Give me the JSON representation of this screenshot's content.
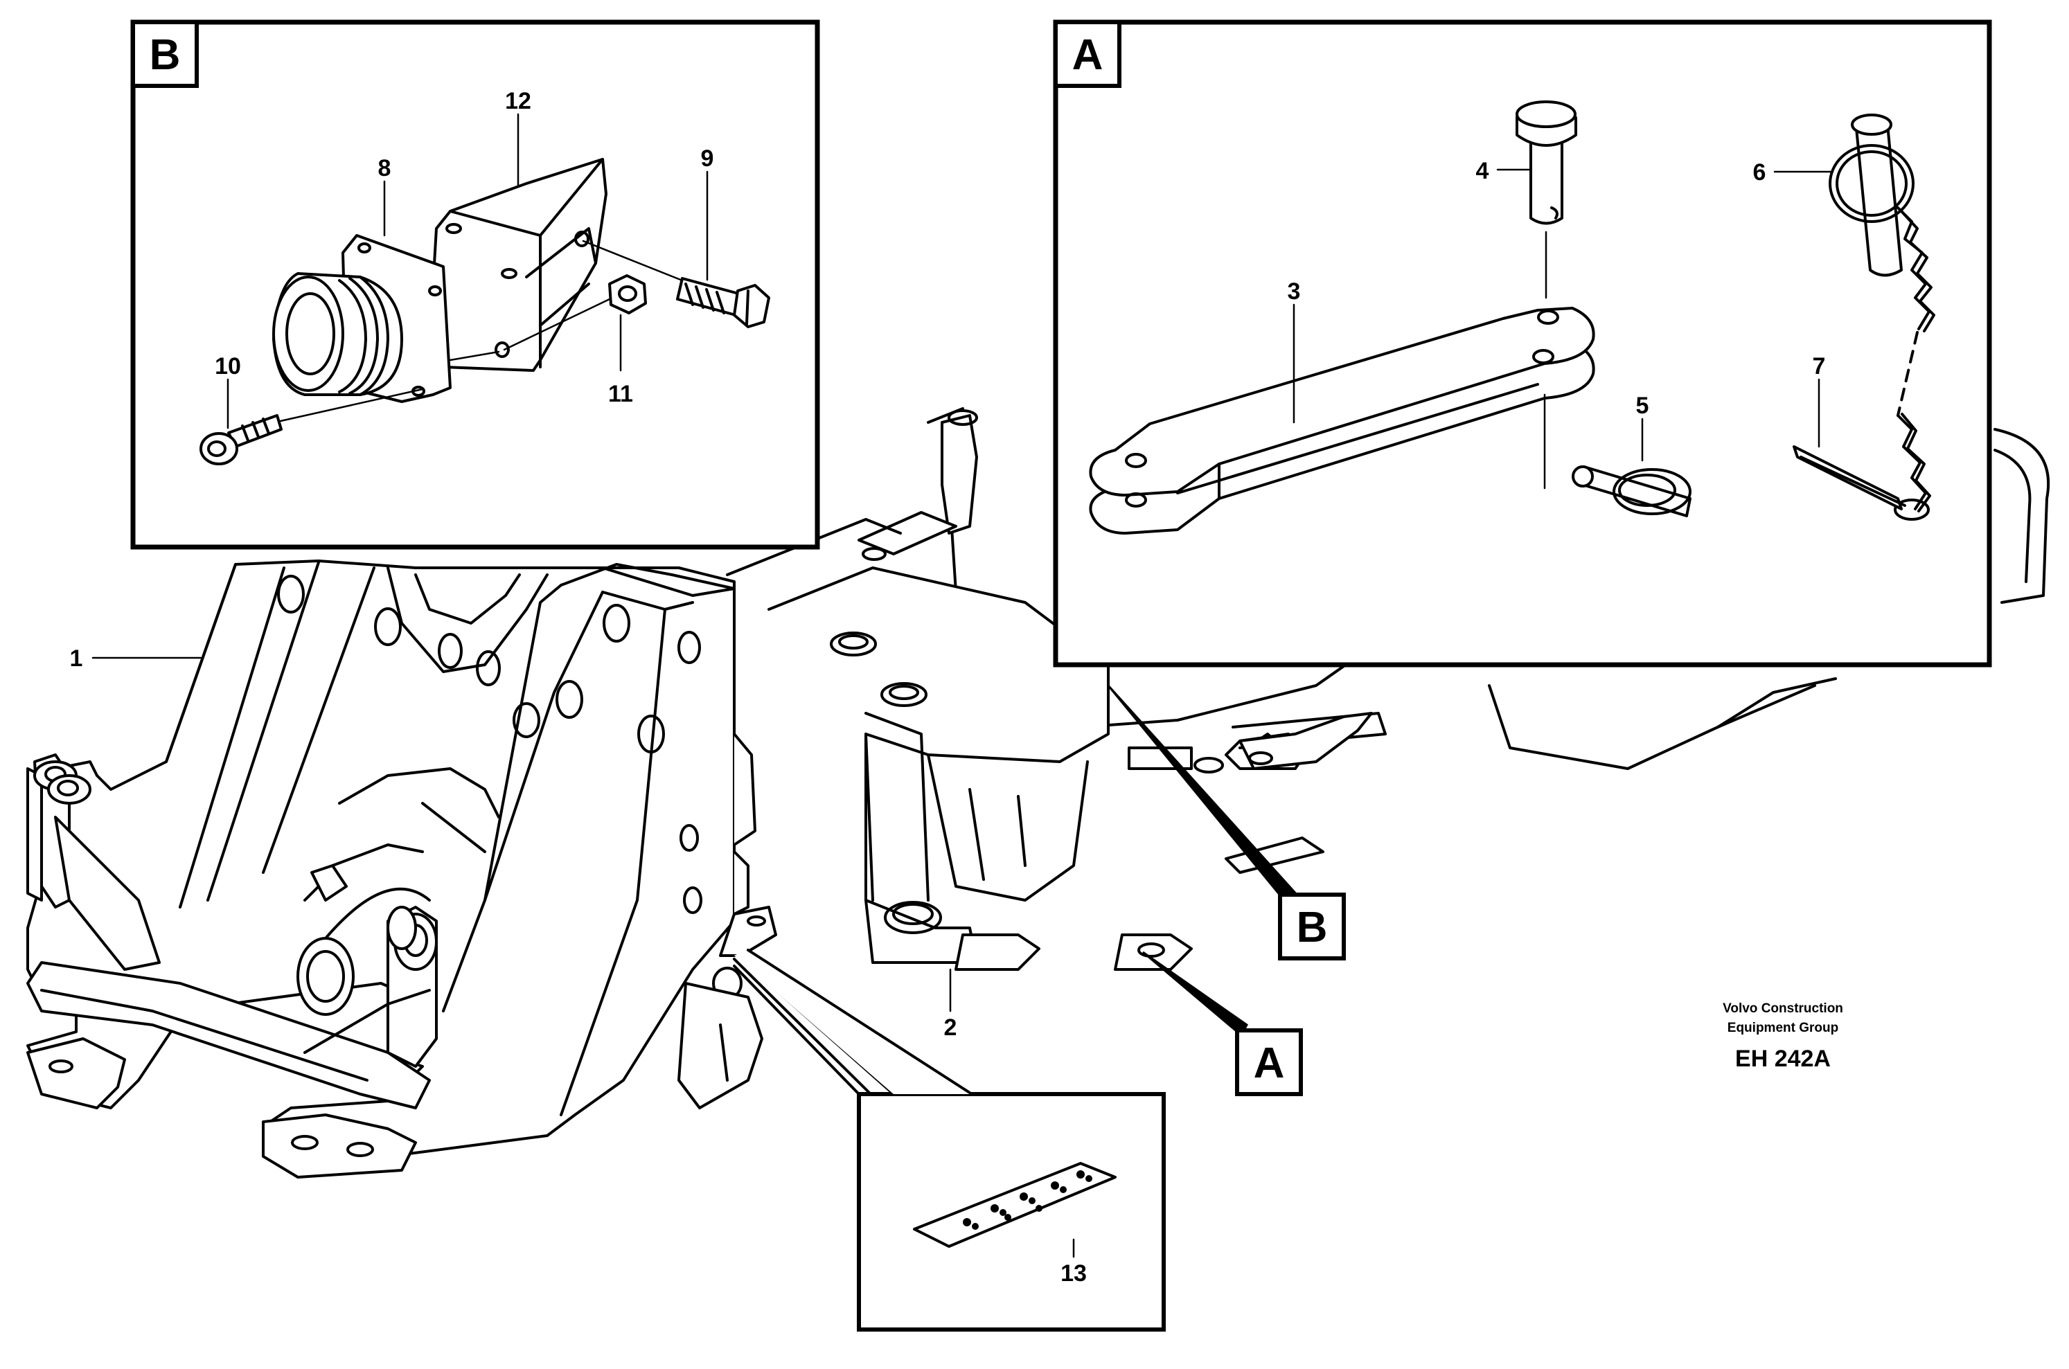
{
  "detail_boxes": {
    "a_letter": "A",
    "b_letter": "B"
  },
  "pointer_tags": {
    "a": "A",
    "b": "B"
  },
  "callouts": {
    "c1": "1",
    "c2": "2",
    "c3": "3",
    "c4": "4",
    "c5": "5",
    "c6": "6",
    "c7": "7",
    "c8": "8",
    "c9": "9",
    "c10": "10",
    "c11": "11",
    "c12": "12",
    "c13": "13"
  },
  "credit": {
    "line1": "Volvo Construction",
    "line2": "Equipment Group",
    "reference": "EH 242A"
  }
}
